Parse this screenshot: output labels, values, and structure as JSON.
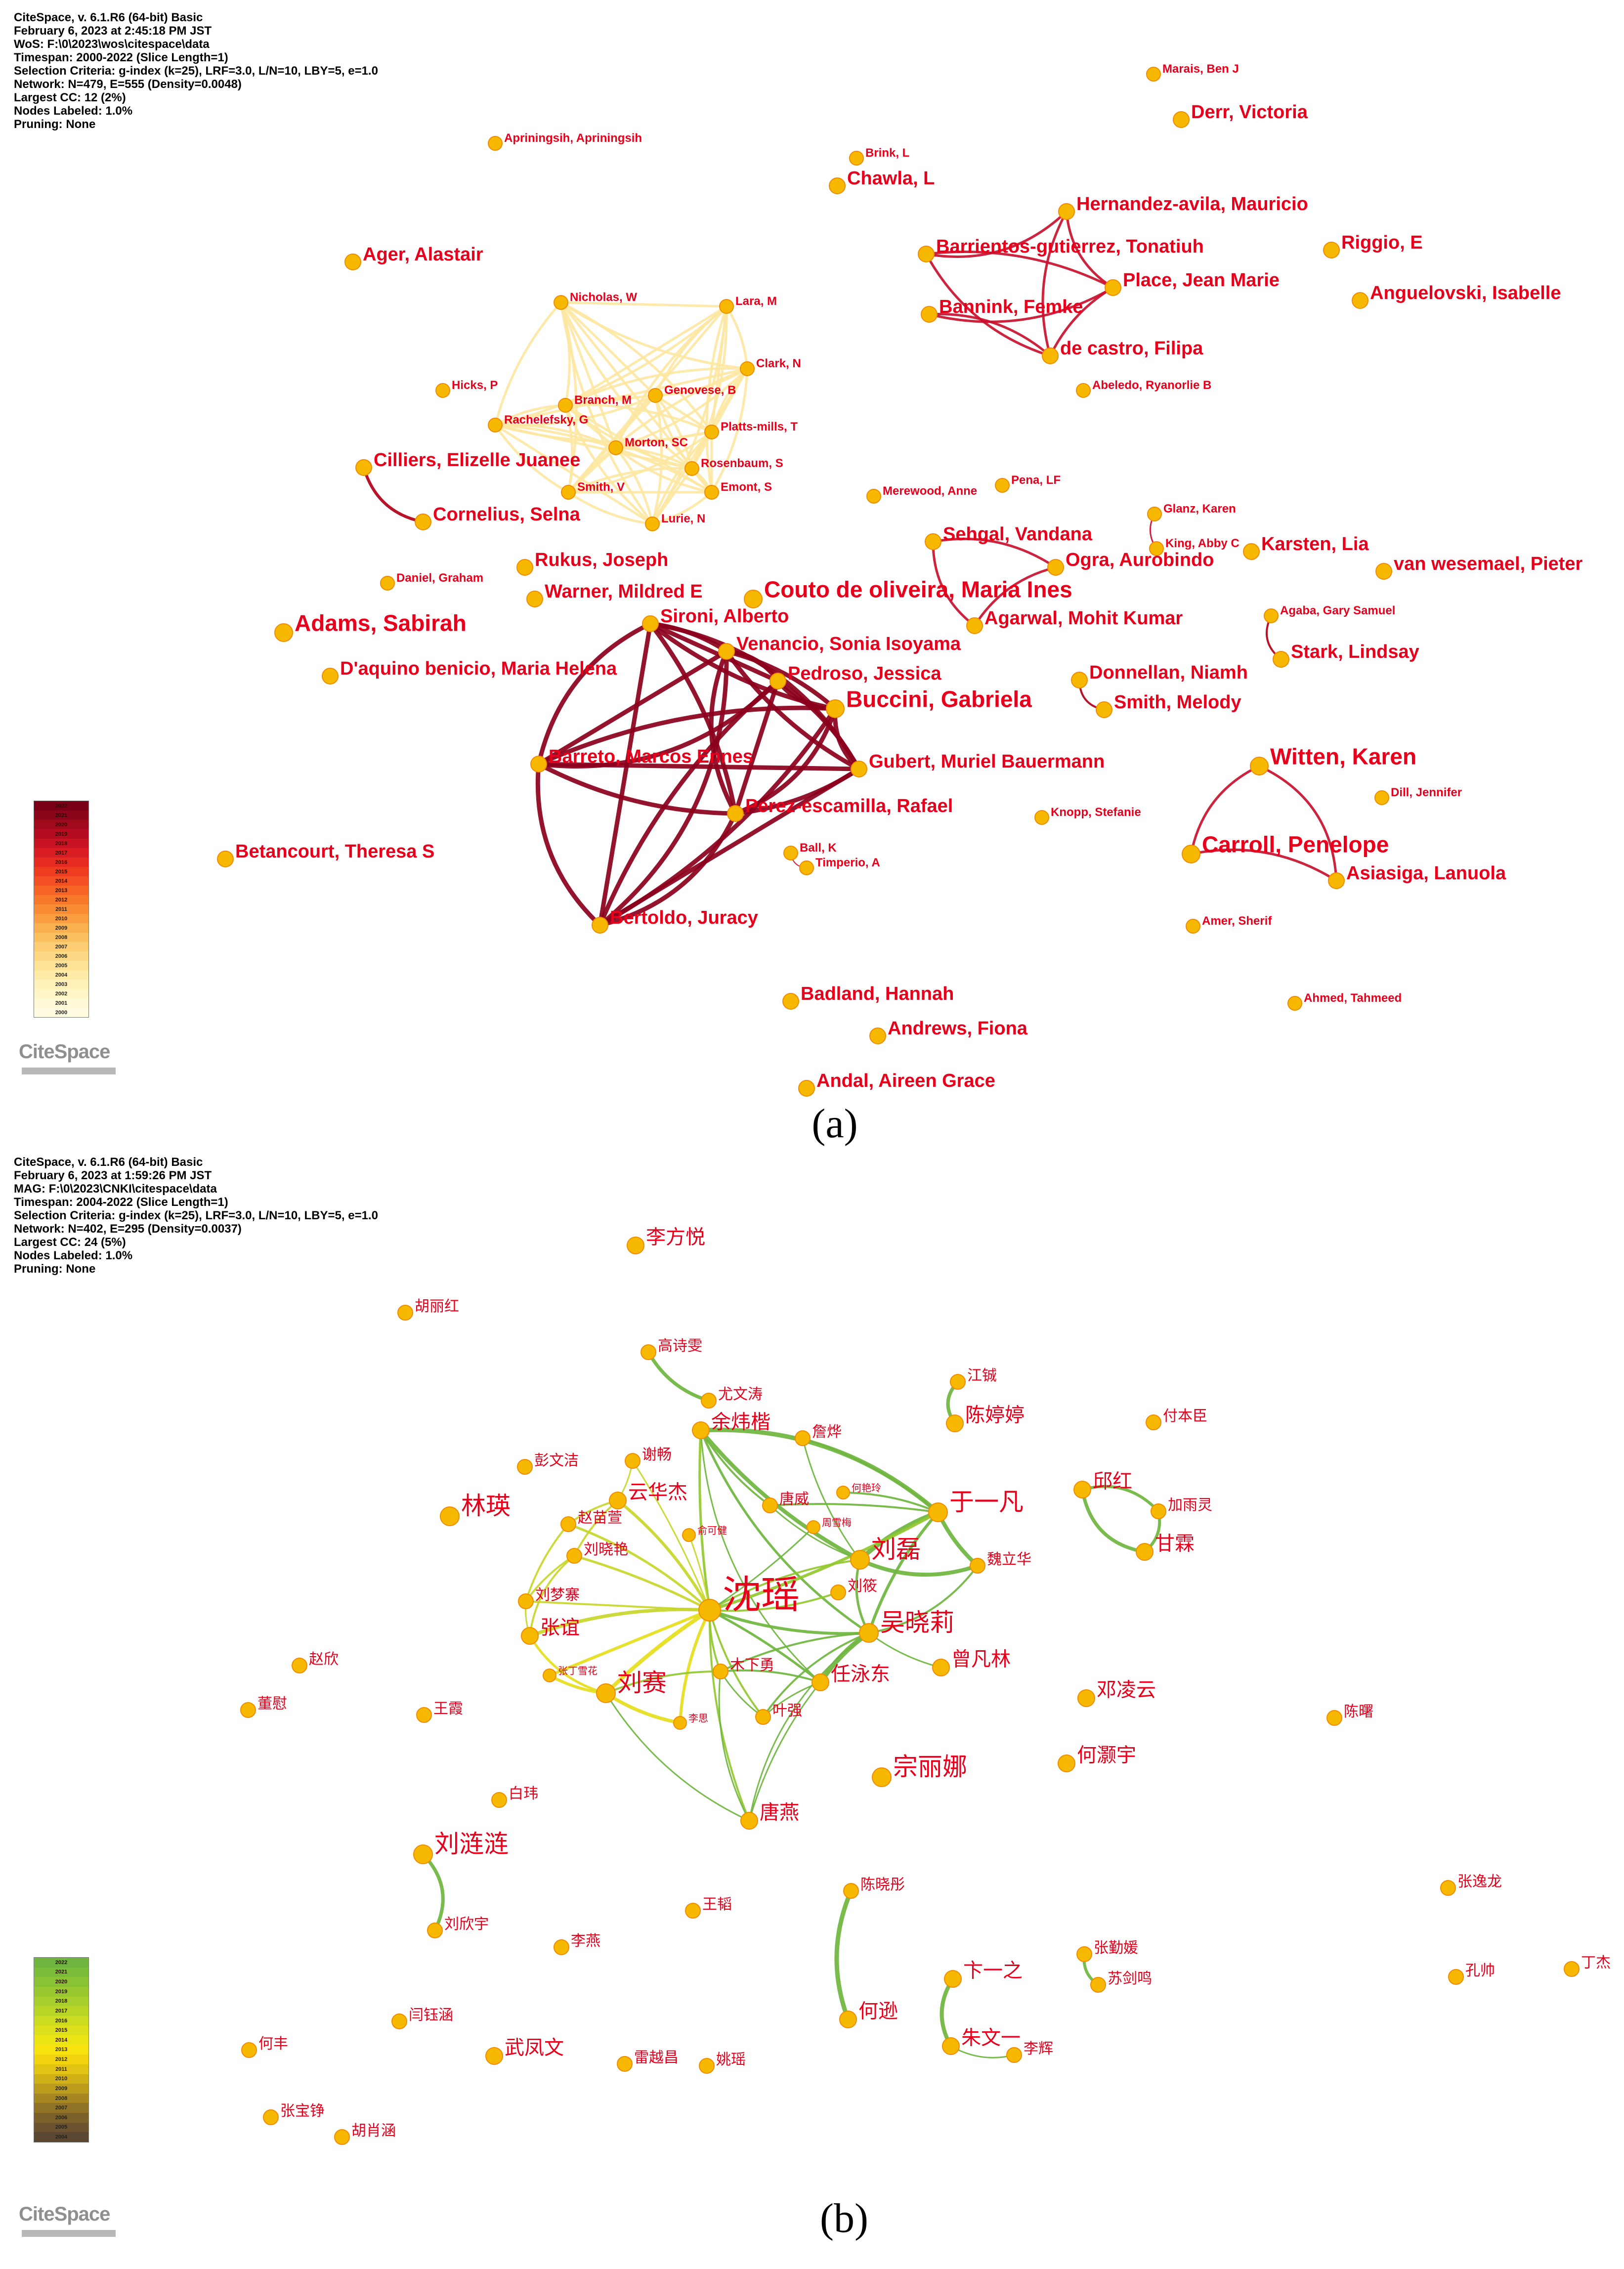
{
  "panel_a": {
    "meta": [
      "CiteSpace, v. 6.1.R6 (64-bit) Basic",
      "February 6, 2023 at 2:45:18 PM JST",
      "WoS: F:\\0\\2023\\wos\\citespace\\data",
      "Timespan: 2000-2022 (Slice Length=1)",
      "Selection Criteria: g-index (k=25), LRF=3.0, L/N=10, LBY=5, e=1.0",
      "Network: N=479, E=555 (Density=0.0048)",
      "Largest CC: 12 (2%)",
      "Nodes Labeled: 1.0%",
      "Pruning: None"
    ],
    "caption": "(a)",
    "brand": "CiteSpace",
    "legend_years": [
      "2022",
      "2021",
      "2020",
      "2019",
      "2018",
      "2017",
      "2016",
      "2015",
      "2014",
      "2013",
      "2012",
      "2011",
      "2010",
      "2009",
      "2008",
      "2007",
      "2006",
      "2005",
      "2004",
      "2003",
      "2002",
      "2001",
      "2000"
    ],
    "legend_colors": [
      "#7a0018",
      "#8c0519",
      "#a1091c",
      "#b50d1f",
      "#c81422",
      "#d81e22",
      "#e52b22",
      "#ee3c21",
      "#f24f22",
      "#f56425",
      "#f7782b",
      "#f98b34",
      "#fa9e41",
      "#fbb050",
      "#fcc061",
      "#fdcd73",
      "#fdd985",
      "#fee397",
      "#feeba8",
      "#fff1b8",
      "#fff5c7",
      "#fff8d4",
      "#fffbe1"
    ],
    "nodes": [
      {
        "id": "marais",
        "label": "Marais, Ben J",
        "size": "s"
      },
      {
        "id": "derr",
        "label": "Derr, Victoria",
        "size": "m"
      },
      {
        "id": "apriningsih",
        "label": "Apriningsih, Apriningsih",
        "size": "s"
      },
      {
        "id": "brink",
        "label": "Brink, L",
        "size": "s"
      },
      {
        "id": "chawla",
        "label": "Chawla, L",
        "size": "m"
      },
      {
        "id": "hernandez",
        "label": "Hernandez-avila, Mauricio",
        "size": "m"
      },
      {
        "id": "barrientos",
        "label": "Barrientos-gutierrez, Tonatiuh",
        "size": "m"
      },
      {
        "id": "riggio",
        "label": "Riggio, E",
        "size": "m"
      },
      {
        "id": "place",
        "label": "Place, Jean Marie",
        "size": "m"
      },
      {
        "id": "anguelovski",
        "label": "Anguelovski, Isabelle",
        "size": "m"
      },
      {
        "id": "ager",
        "label": "Ager, Alastair",
        "size": "m"
      },
      {
        "id": "bannink",
        "label": "Bannink, Femke",
        "size": "m"
      },
      {
        "id": "decastro",
        "label": "de castro, Filipa",
        "size": "m"
      },
      {
        "id": "abeledo",
        "label": "Abeledo, Ryanorlie B",
        "size": "s"
      },
      {
        "id": "nicholas",
        "label": "Nicholas, W",
        "size": "s"
      },
      {
        "id": "lara",
        "label": "Lara, M",
        "size": "s"
      },
      {
        "id": "clark",
        "label": "Clark, N",
        "size": "s"
      },
      {
        "id": "hicks",
        "label": "Hicks, P",
        "size": "s"
      },
      {
        "id": "branch",
        "label": "Branch, M",
        "size": "s"
      },
      {
        "id": "genovese",
        "label": "Genovese, B",
        "size": "s"
      },
      {
        "id": "rachelefsky",
        "label": "Rachelefsky, G",
        "size": "s"
      },
      {
        "id": "platts",
        "label": "Platts-mills, T",
        "size": "s"
      },
      {
        "id": "morton",
        "label": "Morton, SC",
        "size": "s"
      },
      {
        "id": "rosenbaum",
        "label": "Rosenbaum, S",
        "size": "s"
      },
      {
        "id": "cilliers",
        "label": "Cilliers, Elizelle Juanee",
        "size": "m"
      },
      {
        "id": "smithv",
        "label": "Smith, V",
        "size": "s"
      },
      {
        "id": "emont",
        "label": "Emont, S",
        "size": "s"
      },
      {
        "id": "cornelius",
        "label": "Cornelius, Selna",
        "size": "m"
      },
      {
        "id": "lurie",
        "label": "Lurie, N",
        "size": "s"
      },
      {
        "id": "merewood",
        "label": "Merewood, Anne",
        "size": "s"
      },
      {
        "id": "pena",
        "label": "Pena, LF",
        "size": "s"
      },
      {
        "id": "glanz",
        "label": "Glanz, Karen",
        "size": "s"
      },
      {
        "id": "sehgal",
        "label": "Sehgal, Vandana",
        "size": "m"
      },
      {
        "id": "king",
        "label": "King, Abby C",
        "size": "s"
      },
      {
        "id": "karsten",
        "label": "Karsten, Lia",
        "size": "m"
      },
      {
        "id": "rukus",
        "label": "Rukus, Joseph",
        "size": "m"
      },
      {
        "id": "ogra",
        "label": "Ogra, Aurobindo",
        "size": "m"
      },
      {
        "id": "vanwesemael",
        "label": "van wesemael, Pieter",
        "size": "m"
      },
      {
        "id": "daniel",
        "label": "Daniel, Graham",
        "size": "s"
      },
      {
        "id": "warner",
        "label": "Warner, Mildred E",
        "size": "m"
      },
      {
        "id": "couto",
        "label": "Couto de oliveira, Maria Ines",
        "size": "l"
      },
      {
        "id": "agaba",
        "label": "Agaba, Gary Samuel",
        "size": "s"
      },
      {
        "id": "sironi",
        "label": "Sironi, Alberto",
        "size": "m"
      },
      {
        "id": "agarwal",
        "label": "Agarwal, Mohit Kumar",
        "size": "m"
      },
      {
        "id": "adams",
        "label": "Adams, Sabirah",
        "size": "l"
      },
      {
        "id": "venancio",
        "label": "Venancio, Sonia Isoyama",
        "size": "m"
      },
      {
        "id": "stark",
        "label": "Stark, Lindsay",
        "size": "m"
      },
      {
        "id": "daquino",
        "label": "D'aquino benicio, Maria Helena",
        "size": "m"
      },
      {
        "id": "pedroso",
        "label": "Pedroso, Jessica",
        "size": "m"
      },
      {
        "id": "donnellan",
        "label": "Donnellan, Niamh",
        "size": "m"
      },
      {
        "id": "buccini",
        "label": "Buccini, Gabriela",
        "size": "l"
      },
      {
        "id": "smithm",
        "label": "Smith, Melody",
        "size": "m"
      },
      {
        "id": "witten",
        "label": "Witten, Karen",
        "size": "l"
      },
      {
        "id": "barreto",
        "label": "Barreto, Marcos Ennes",
        "size": "m"
      },
      {
        "id": "gubert",
        "label": "Gubert, Muriel Bauermann",
        "size": "m"
      },
      {
        "id": "dill",
        "label": "Dill, Jennifer",
        "size": "s"
      },
      {
        "id": "perez",
        "label": "Perez-escamilla, Rafael",
        "size": "m"
      },
      {
        "id": "knopp",
        "label": "Knopp, Stefanie",
        "size": "s"
      },
      {
        "id": "carroll",
        "label": "Carroll, Penelope",
        "size": "l"
      },
      {
        "id": "betancourt",
        "label": "Betancourt, Theresa S",
        "size": "m"
      },
      {
        "id": "ball",
        "label": "Ball, K",
        "size": "s"
      },
      {
        "id": "timperio",
        "label": "Timperio, A",
        "size": "s"
      },
      {
        "id": "asiasiga",
        "label": "Asiasiga, Lanuola",
        "size": "m"
      },
      {
        "id": "bertoldo",
        "label": "Bertoldo, Juracy",
        "size": "m"
      },
      {
        "id": "amer",
        "label": "Amer, Sherif",
        "size": "s"
      },
      {
        "id": "badland",
        "label": "Badland, Hannah",
        "size": "m"
      },
      {
        "id": "ahmed",
        "label": "Ahmed, Tahmeed",
        "size": "s"
      },
      {
        "id": "andrews",
        "label": "Andrews, Fiona",
        "size": "m"
      },
      {
        "id": "andal",
        "label": "Andal, Aireen Grace",
        "size": "m"
      }
    ]
  },
  "panel_b": {
    "meta": [
      "CiteSpace, v. 6.1.R6 (64-bit) Basic",
      "February 6, 2023 at 1:59:26 PM JST",
      "MAG: F:\\0\\2023\\CNKI\\citespace\\data",
      "Timespan: 2004-2022 (Slice Length=1)",
      "Selection Criteria: g-index (k=25), LRF=3.0, L/N=10, LBY=5, e=1.0",
      "Network: N=402, E=295 (Density=0.0037)",
      "Largest CC: 24 (5%)",
      "Nodes Labeled: 1.0%",
      "Pruning: None"
    ],
    "caption": "(b)",
    "brand": "CiteSpace",
    "legend_years": [
      "2022",
      "2021",
      "2020",
      "2019",
      "2018",
      "2017",
      "2016",
      "2015",
      "2014",
      "2013",
      "2012",
      "2011",
      "2010",
      "2009",
      "2008",
      "2007",
      "2006",
      "2005",
      "2004"
    ],
    "legend_colors": [
      "#6fb53f",
      "#7bbb3a",
      "#89c235",
      "#98c930",
      "#a8cf2b",
      "#b9d526",
      "#cadb20",
      "#dbe01a",
      "#ebe314",
      "#f7e10f",
      "#f2d40e",
      "#e3c313",
      "#d1b118",
      "#bc9c1d",
      "#a68722",
      "#907327",
      "#7c612b",
      "#6a532e",
      "#5c4830"
    ],
    "nodes": [
      {
        "id": "li_fangyue",
        "label": "李方悦",
        "size": "m"
      },
      {
        "id": "hu_lihong",
        "label": "胡丽红",
        "size": "s"
      },
      {
        "id": "gao_shiwen",
        "label": "高诗雯",
        "size": "s"
      },
      {
        "id": "jiang_cheng",
        "label": "江铖",
        "size": "s"
      },
      {
        "id": "you_wentao",
        "label": "尤文涛",
        "size": "s"
      },
      {
        "id": "chen_tingting",
        "label": "陈婷婷",
        "size": "m"
      },
      {
        "id": "fu_benchen",
        "label": "付本臣",
        "size": "s"
      },
      {
        "id": "yu_weikai",
        "label": "余炜楷",
        "size": "m"
      },
      {
        "id": "zhan_ye",
        "label": "詹烨",
        "size": "s"
      },
      {
        "id": "peng_wenjie",
        "label": "彭文洁",
        "size": "s"
      },
      {
        "id": "xie_chang",
        "label": "谢畅",
        "size": "s"
      },
      {
        "id": "he_yanling",
        "label": "何艳玲",
        "size": "xs"
      },
      {
        "id": "qiu_hong",
        "label": "邱红",
        "size": "m"
      },
      {
        "id": "yun_huajie",
        "label": "云华杰",
        "size": "m"
      },
      {
        "id": "yu_yifan",
        "label": "于一凡",
        "size": "l"
      },
      {
        "id": "jia_yuling",
        "label": "加雨灵",
        "size": "s"
      },
      {
        "id": "lin_ying",
        "label": "林瑛",
        "size": "l"
      },
      {
        "id": "tang_wei",
        "label": "唐威",
        "size": "s"
      },
      {
        "id": "zhao_miaoxuan",
        "label": "赵苗萱",
        "size": "s"
      },
      {
        "id": "zhou_xuemei",
        "label": "周雪梅",
        "size": "xs"
      },
      {
        "id": "yu_kejian",
        "label": "俞可健",
        "size": "xs"
      },
      {
        "id": "gan_lin",
        "label": "甘霖",
        "size": "m"
      },
      {
        "id": "liu_xiaoyan",
        "label": "刘晓艳",
        "size": "s"
      },
      {
        "id": "liu_lei",
        "label": "刘磊",
        "size": "l"
      },
      {
        "id": "wei_lihua",
        "label": "魏立华",
        "size": "s"
      },
      {
        "id": "liu_mengzhai",
        "label": "刘梦寨",
        "size": "s"
      },
      {
        "id": "shen_yao",
        "label": "沈瑶",
        "size": "xl"
      },
      {
        "id": "liu_xiao",
        "label": "刘筱",
        "size": "s"
      },
      {
        "id": "zhang_yi",
        "label": "张谊",
        "size": "m"
      },
      {
        "id": "wu_xiaoli",
        "label": "吴晓莉",
        "size": "l"
      },
      {
        "id": "zhao_xin",
        "label": "赵欣",
        "size": "s"
      },
      {
        "id": "zhang_dingxuehua",
        "label": "张丁雪花",
        "size": "xs"
      },
      {
        "id": "mu_xiayong",
        "label": "木下勇",
        "size": "s"
      },
      {
        "id": "zeng_fanlin",
        "label": "曾凡林",
        "size": "m"
      },
      {
        "id": "liu_sai",
        "label": "刘赛",
        "size": "l"
      },
      {
        "id": "ren_yongdong",
        "label": "任泳东",
        "size": "m"
      },
      {
        "id": "deng_lingyun",
        "label": "邓凌云",
        "size": "m"
      },
      {
        "id": "dong_wei",
        "label": "董慰",
        "size": "s"
      },
      {
        "id": "wang_xia",
        "label": "王霞",
        "size": "s"
      },
      {
        "id": "li_si",
        "label": "李思",
        "size": "xs"
      },
      {
        "id": "ye_qiang",
        "label": "叶强",
        "size": "s"
      },
      {
        "id": "chen_shu",
        "label": "陈曙",
        "size": "s"
      },
      {
        "id": "he_haoyu",
        "label": "何灏宇",
        "size": "m"
      },
      {
        "id": "zong_lina",
        "label": "宗丽娜",
        "size": "l"
      },
      {
        "id": "bai_wei",
        "label": "白玮",
        "size": "s"
      },
      {
        "id": "tang_yan",
        "label": "唐燕",
        "size": "m"
      },
      {
        "id": "liu_lianlian",
        "label": "刘涟涟",
        "size": "l"
      },
      {
        "id": "zhang_yilong",
        "label": "张逸龙",
        "size": "s"
      },
      {
        "id": "chen_xiaotong",
        "label": "陈晓彤",
        "size": "s"
      },
      {
        "id": "wang_tao",
        "label": "王韬",
        "size": "s"
      },
      {
        "id": "liu_xinyu",
        "label": "刘欣宇",
        "size": "s"
      },
      {
        "id": "li_yan",
        "label": "李燕",
        "size": "s"
      },
      {
        "id": "zhang_qinyuan",
        "label": "张勤媛",
        "size": "s"
      },
      {
        "id": "ding_jie",
        "label": "丁杰",
        "size": "s"
      },
      {
        "id": "kong_shuai",
        "label": "孔帅",
        "size": "s"
      },
      {
        "id": "su_jianming",
        "label": "苏剑鸣",
        "size": "s"
      },
      {
        "id": "bian_yizhi",
        "label": "卞一之",
        "size": "m"
      },
      {
        "id": "yan_yuhan",
        "label": "闫钰涵",
        "size": "s"
      },
      {
        "id": "he_xun",
        "label": "何逊",
        "size": "m"
      },
      {
        "id": "he_feng",
        "label": "何丰",
        "size": "s"
      },
      {
        "id": "zhu_wenyi",
        "label": "朱文一",
        "size": "m"
      },
      {
        "id": "li_hui",
        "label": "李辉",
        "size": "s"
      },
      {
        "id": "wu_fengwen",
        "label": "武凤文",
        "size": "m"
      },
      {
        "id": "lei_yuechang",
        "label": "雷越昌",
        "size": "s"
      },
      {
        "id": "yao_yao",
        "label": "姚瑶",
        "size": "s"
      },
      {
        "id": "zhang_baozheng",
        "label": "张宝铮",
        "size": "s"
      },
      {
        "id": "hu_xiaohan",
        "label": "胡肖涵",
        "size": "s"
      }
    ]
  }
}
